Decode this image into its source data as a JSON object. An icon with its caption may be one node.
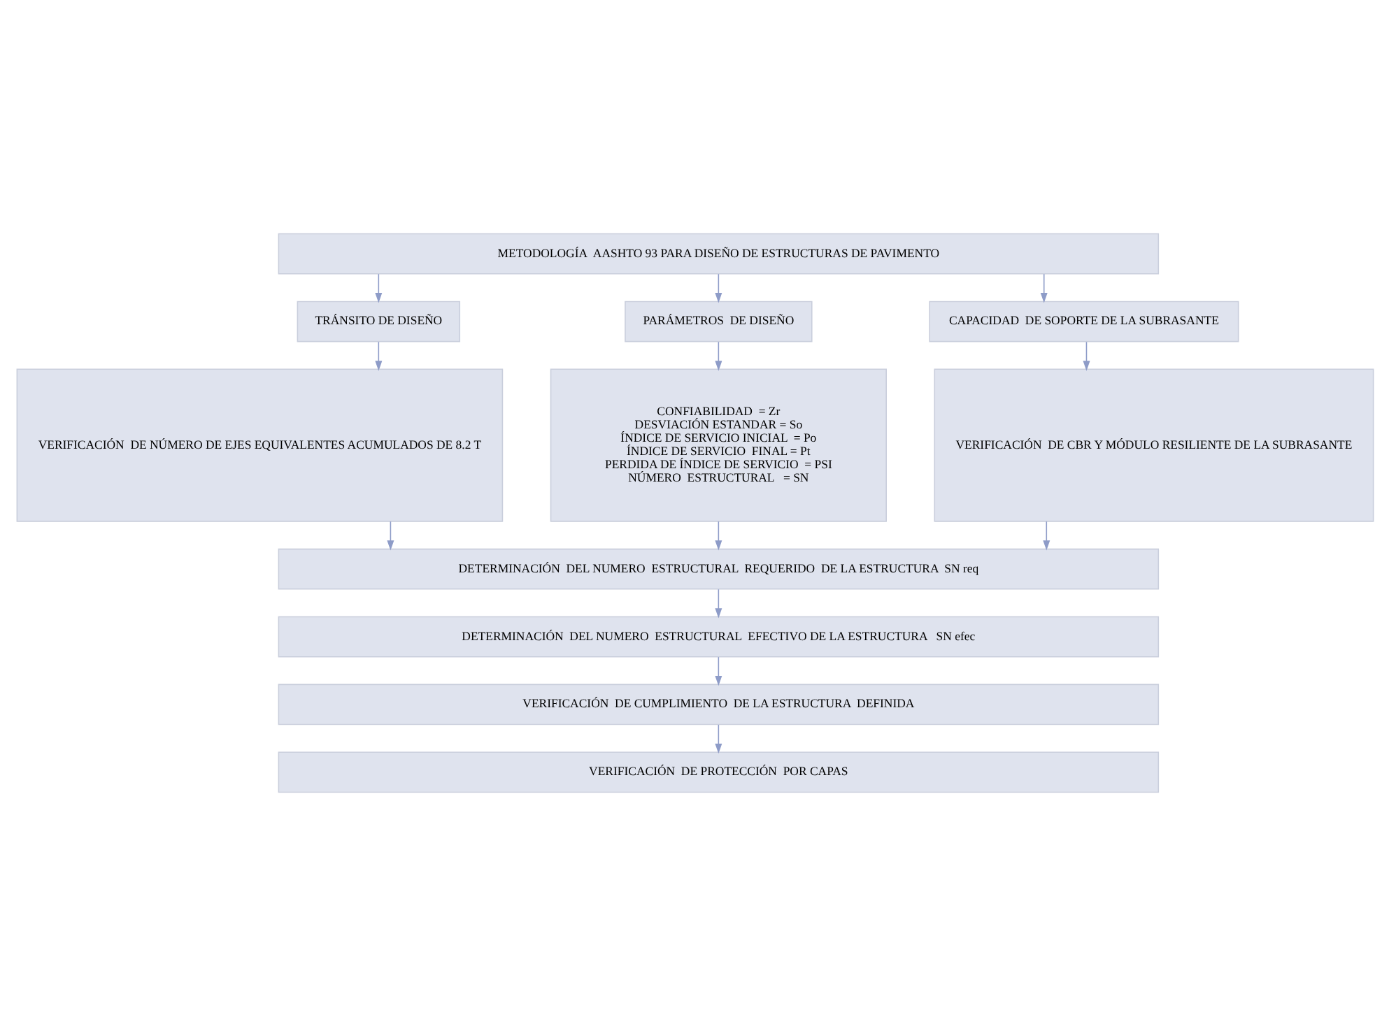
{
  "diagram": {
    "nodes": [
      {
        "text": [
          "METODOLOGÍA  AASHTO 93 PARA DISEÑO DE ESTRUCTURAS DE PAVIMENTO"
        ]
      },
      {
        "text": [
          "TRÁNSITO DE DISEÑO"
        ]
      },
      {
        "text": [
          "PARÁMETROS  DE DISEÑO"
        ]
      },
      {
        "text": [
          "CAPACIDAD  DE SOPORTE DE LA SUBRASANTE"
        ]
      },
      {
        "text": [
          "VERIFICACIÓN  DE NÚMERO DE EJES EQUIVALENTES ACUMULADOS DE 8.2 T"
        ]
      },
      {
        "text": [
          "CONFIABILIDAD  = Zr",
          "DESVIACIÓN ESTANDAR = So",
          "ÍNDICE DE SERVICIO INICIAL  = Po",
          "ÍNDICE DE SERVICIO  FINAL = Pt",
          "PERDIDA DE ÍNDICE DE SERVICIO  = PSI",
          "NÚMERO  ESTRUCTURAL   = SN"
        ]
      },
      {
        "text": [
          "VERIFICACIÓN  DE CBR Y MÓDULO RESILIENTE DE LA SUBRASANTE"
        ]
      },
      {
        "text": [
          "DETERMINACIÓN  DEL NUMERO  ESTRUCTURAL  REQUERIDO  DE LA ESTRUCTURA  SN req"
        ]
      },
      {
        "text": [
          "DETERMINACIÓN  DEL NUMERO  ESTRUCTURAL  EFECTIVO DE LA ESTRUCTURA   SN efec"
        ]
      },
      {
        "text": [
          "VERIFICACIÓN  DE CUMPLIMIENTO  DE LA ESTRUCTURA  DEFINIDA"
        ]
      },
      {
        "text": [
          "VERIFICACIÓN  DE PROTECCIÓN  POR CAPAS"
        ]
      }
    ],
    "edges": [
      {
        "from": 0,
        "to": 1,
        "arrow": "to"
      },
      {
        "from": 0,
        "to": 2,
        "arrow": "to"
      },
      {
        "from": 0,
        "to": 3,
        "arrow": "to"
      },
      {
        "from": 1,
        "to": 4,
        "arrow": "to"
      },
      {
        "from": 2,
        "to": 5,
        "arrow": "to"
      },
      {
        "from": 3,
        "to": 6,
        "arrow": "to"
      },
      {
        "from": 4,
        "to": 7,
        "arrow": "to"
      },
      {
        "from": 5,
        "to": 7,
        "arrow": "to"
      },
      {
        "from": 6,
        "to": 7,
        "arrow": "to"
      },
      {
        "from": 7,
        "to": 8,
        "arrow": "to"
      },
      {
        "from": 8,
        "to": 9,
        "arrow": "to"
      },
      {
        "from": 9,
        "to": 10,
        "arrow": "to"
      }
    ]
  }
}
